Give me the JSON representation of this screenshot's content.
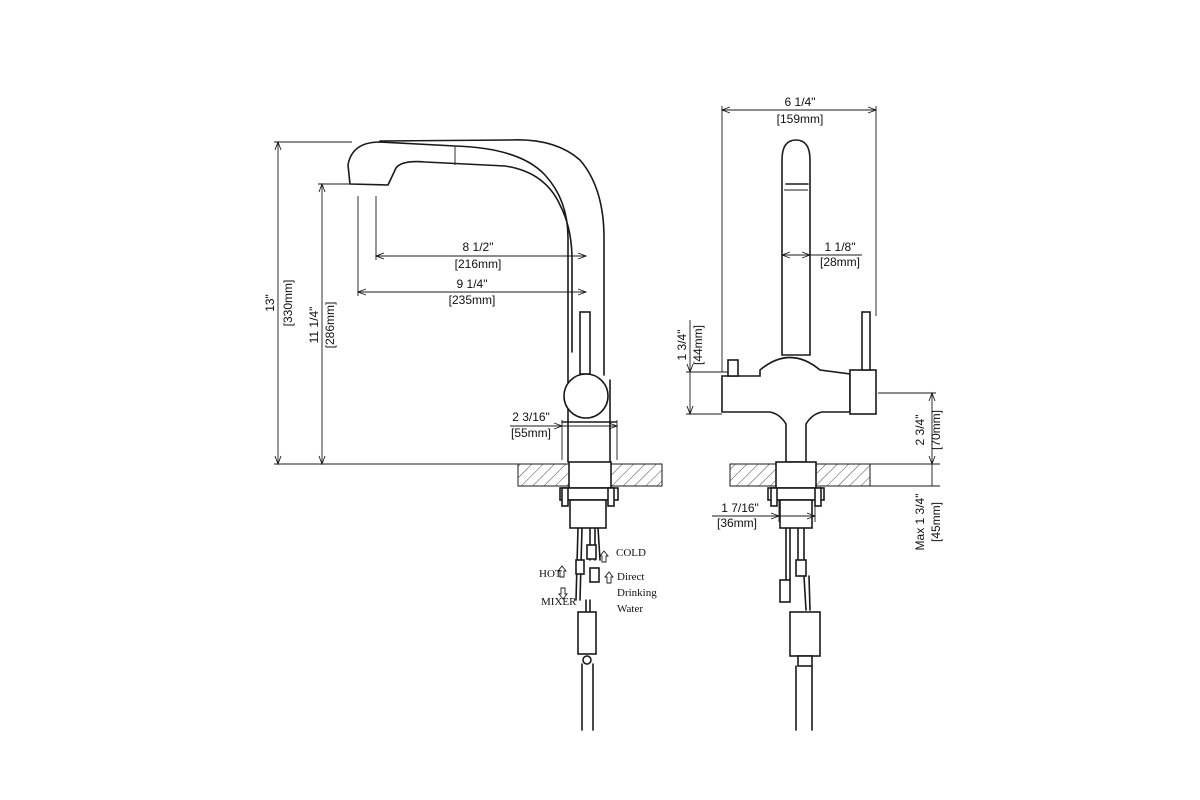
{
  "side_view": {
    "dim_height": {
      "imperial": "13\"",
      "metric": "[330mm]"
    },
    "dim_spout_height": {
      "imperial": "11 1/4\"",
      "metric": "[286mm]"
    },
    "dim_reach_inner": {
      "imperial": "8 1/2\"",
      "metric": "[216mm]"
    },
    "dim_reach_outer": {
      "imperial": "9 1/4\"",
      "metric": "[235mm]"
    },
    "dim_base": {
      "imperial": "2 3/16\"",
      "metric": "[55mm]"
    },
    "connection_labels": {
      "cold": "COLD",
      "hot": "HOT",
      "direct_line1": "Direct",
      "direct_line2": "Drinking",
      "direct_line3": "Water",
      "mixer": "MIXER"
    }
  },
  "front_view": {
    "dim_width": {
      "imperial": "6 1/4\"",
      "metric": "[159mm]"
    },
    "dim_spout_dia": {
      "imperial": "1 1/8\"",
      "metric": "[28mm]"
    },
    "dim_body_height": {
      "imperial": "1 3/4\"",
      "metric": "[44mm]"
    },
    "dim_base_height": {
      "imperial": "2 3/4\"",
      "metric": "[70mm]"
    },
    "dim_shank": {
      "imperial": "1 7/16\"",
      "metric": "[36mm]"
    },
    "dim_deck": {
      "imperial": "Max 1 3/4\"",
      "metric": "[45mm]"
    }
  }
}
